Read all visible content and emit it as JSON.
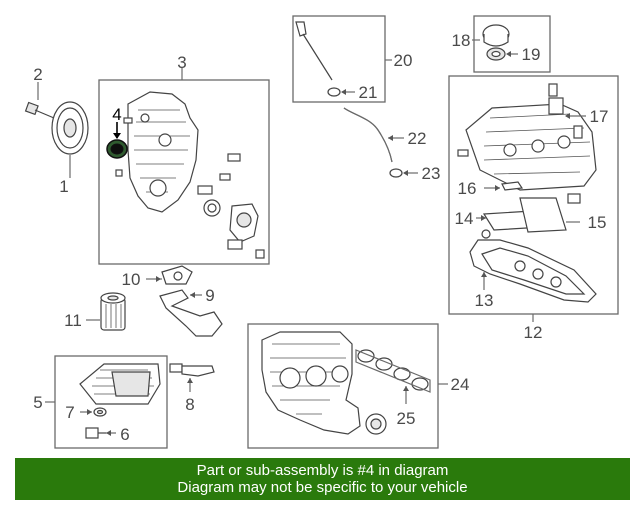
{
  "callouts": {
    "c1": "1",
    "c2": "2",
    "c3": "3",
    "c4": "4",
    "c5": "5",
    "c6": "6",
    "c7": "7",
    "c8": "8",
    "c9": "9",
    "c10": "10",
    "c11": "11",
    "c12": "12",
    "c13": "13",
    "c14": "14",
    "c15": "15",
    "c16": "16",
    "c17": "17",
    "c18": "18",
    "c19": "19",
    "c20": "20",
    "c21": "21",
    "c22": "22",
    "c23": "23",
    "c24": "24",
    "c25": "25"
  },
  "highlighted_part": "4",
  "banner": {
    "line1": "Part or sub-assembly is #4 in diagram",
    "line2": "Diagram may not be specific to your vehicle",
    "color": "#2a7a0c"
  }
}
